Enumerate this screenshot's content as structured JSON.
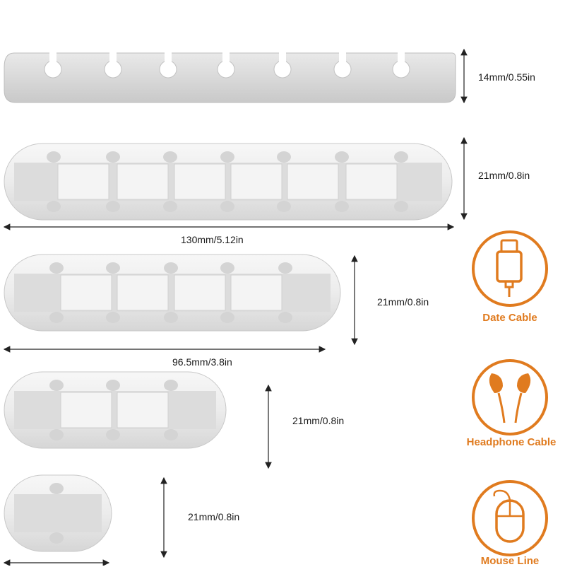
{
  "dimensions": {
    "top_height": "14mm/0.55in",
    "seven_height": "21mm/0.8in",
    "seven_length": "130mm/5.12in",
    "five_height": "21mm/0.8in",
    "five_length": "96.5mm/3.8in",
    "three_height": "21mm/0.8in",
    "one_height": "21mm/0.8in"
  },
  "icons": [
    {
      "name": "usb-cable-icon",
      "label": "Date Cable"
    },
    {
      "name": "headphone-icon",
      "label": "Headphone Cable"
    },
    {
      "name": "mouse-icon",
      "label": "Mouse Line"
    }
  ],
  "colors": {
    "accent": "#e07b1f",
    "clip_body": "#ececec",
    "clip_shadow": "#cfcfcf",
    "text": "#1a1a1a"
  }
}
